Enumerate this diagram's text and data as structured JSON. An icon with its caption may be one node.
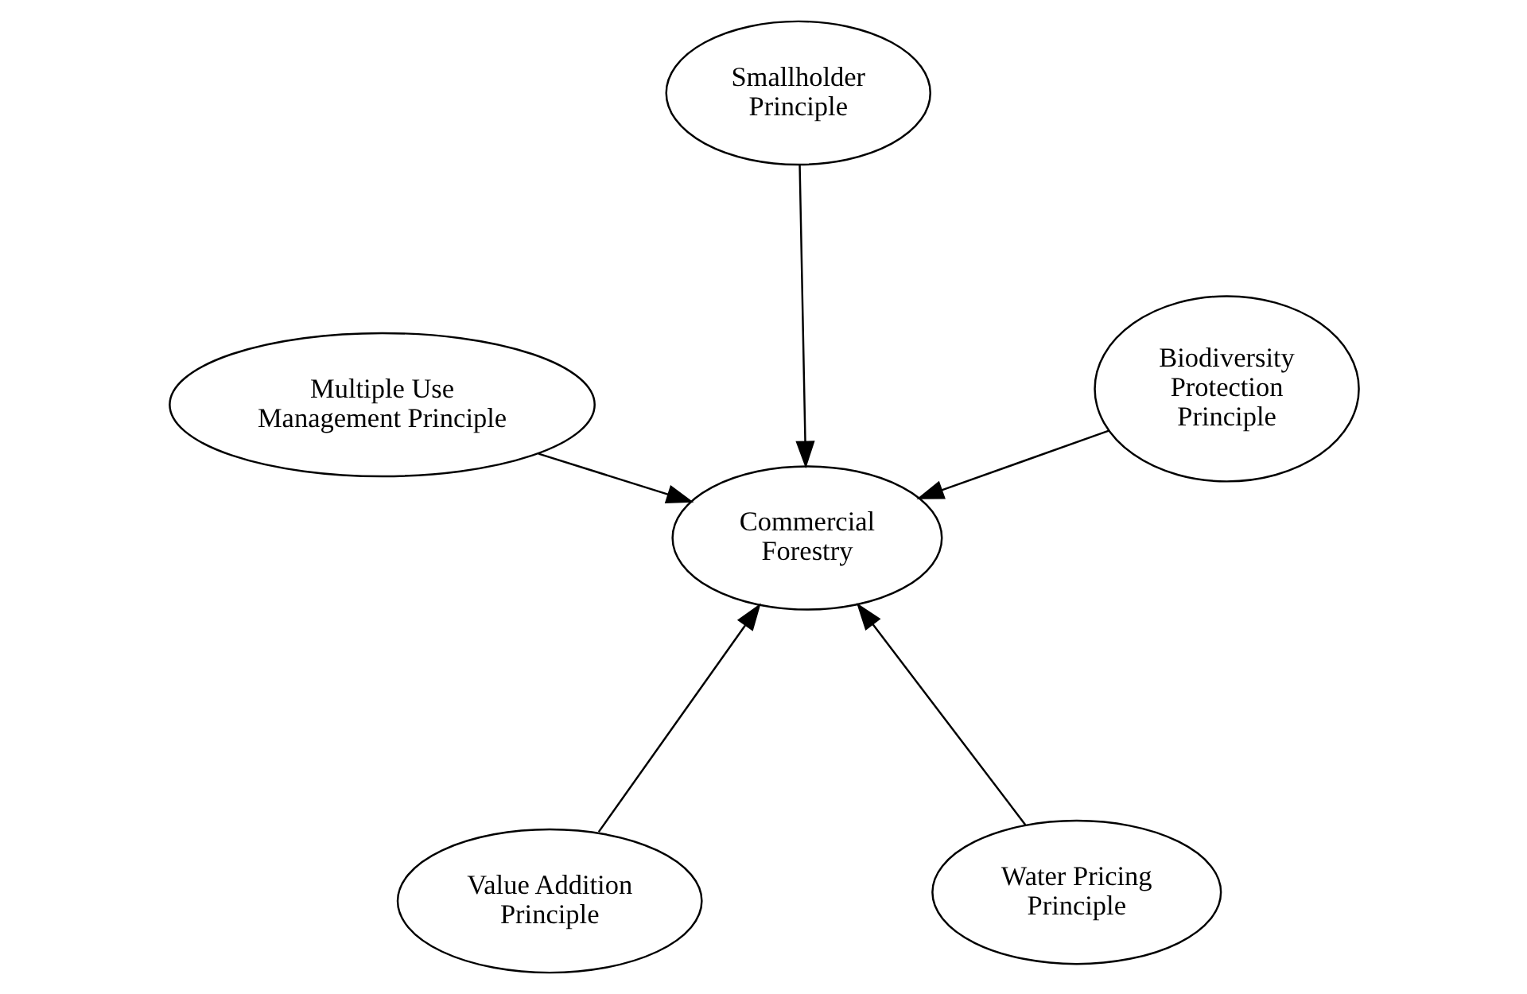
{
  "diagram": {
    "nodes": [
      {
        "text": [
          "Value Addition Principle"
        ]
      },
      {
        "text": [
          "Water Pricing Principle"
        ]
      },
      {
        "text": [
          "Commercial Forestry"
        ]
      },
      {
        "text": [
          "Smallholder Principle"
        ]
      },
      {
        "text": [
          "Biodiversity Protection Principle"
        ]
      },
      {
        "text": [
          "Multiple Use Management Principle"
        ]
      }
    ],
    "edges": [
      {
        "from": 0,
        "to": 2,
        "arrow": "to"
      },
      {
        "from": 1,
        "to": 2,
        "arrow": "to"
      },
      {
        "from": 4,
        "to": 2,
        "arrow": "to"
      },
      {
        "from": 3,
        "to": 2,
        "arrow": "to"
      },
      {
        "from": 5,
        "to": 2,
        "arrow": "to"
      }
    ]
  }
}
